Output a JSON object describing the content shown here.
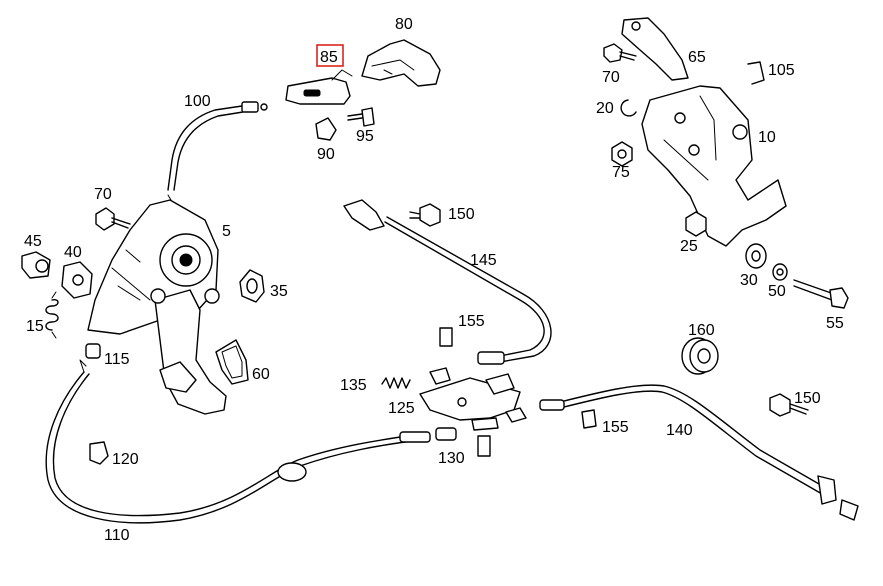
{
  "diagram": {
    "highlight_color": "#d9261c",
    "highlighted_part": "85",
    "parts": [
      {
        "id": "p80",
        "label": "80"
      },
      {
        "id": "p85",
        "label": "85"
      },
      {
        "id": "p65",
        "label": "65"
      },
      {
        "id": "p70a",
        "label": "70"
      },
      {
        "id": "p105",
        "label": "105"
      },
      {
        "id": "p100",
        "label": "100"
      },
      {
        "id": "p95",
        "label": "95"
      },
      {
        "id": "p90",
        "label": "90"
      },
      {
        "id": "p20",
        "label": "20"
      },
      {
        "id": "p10",
        "label": "10"
      },
      {
        "id": "p75",
        "label": "75"
      },
      {
        "id": "p70b",
        "label": "70"
      },
      {
        "id": "p5",
        "label": "5"
      },
      {
        "id": "p150a",
        "label": "150"
      },
      {
        "id": "p25",
        "label": "25"
      },
      {
        "id": "p45",
        "label": "45"
      },
      {
        "id": "p40",
        "label": "40"
      },
      {
        "id": "p145",
        "label": "145"
      },
      {
        "id": "p30",
        "label": "30"
      },
      {
        "id": "p50",
        "label": "50"
      },
      {
        "id": "p35",
        "label": "35"
      },
      {
        "id": "p15",
        "label": "15"
      },
      {
        "id": "p155a",
        "label": "155"
      },
      {
        "id": "p55",
        "label": "55"
      },
      {
        "id": "p160",
        "label": "160"
      },
      {
        "id": "p115",
        "label": "115"
      },
      {
        "id": "p60",
        "label": "60"
      },
      {
        "id": "p135",
        "label": "135"
      },
      {
        "id": "p150b",
        "label": "150"
      },
      {
        "id": "p125",
        "label": "125"
      },
      {
        "id": "p155b",
        "label": "155"
      },
      {
        "id": "p140",
        "label": "140"
      },
      {
        "id": "p120",
        "label": "120"
      },
      {
        "id": "p130",
        "label": "130"
      },
      {
        "id": "p110",
        "label": "110"
      }
    ]
  }
}
